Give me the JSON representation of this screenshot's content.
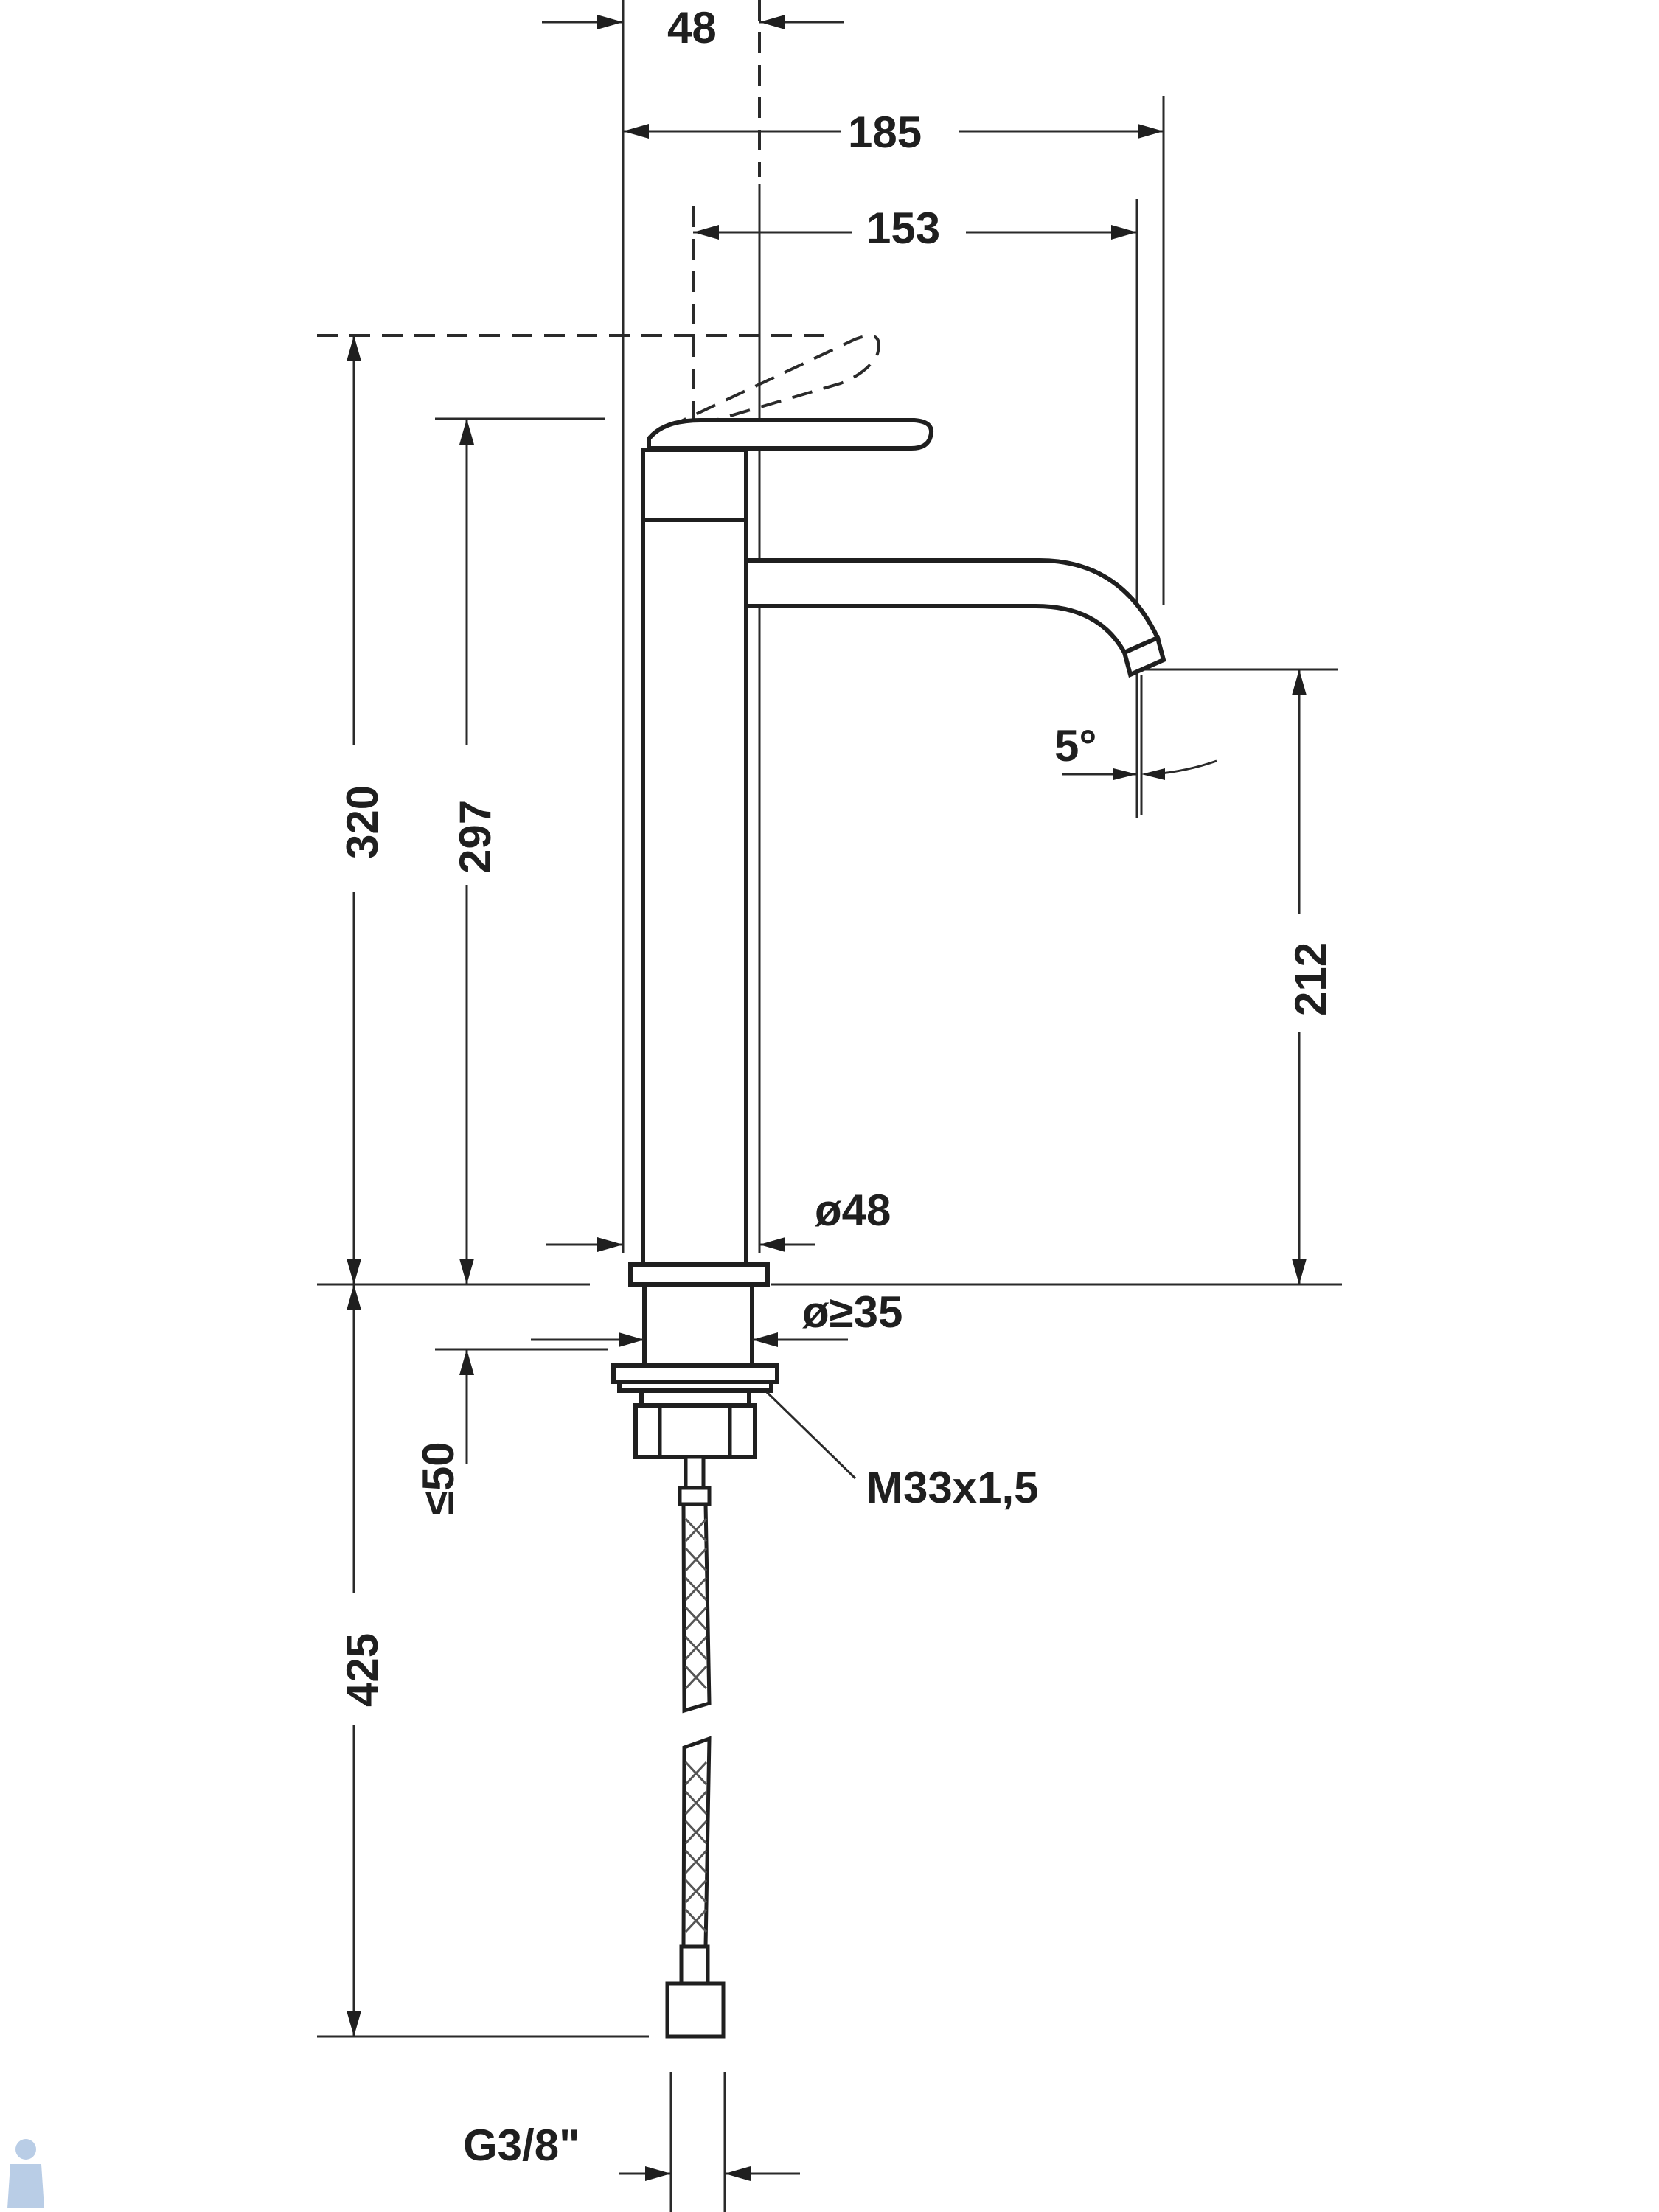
{
  "dimensions": {
    "top_width": "48",
    "total_width": "185",
    "spout_reach": "153",
    "total_height": "320",
    "lever_height": "297",
    "outlet_height": "212",
    "spout_angle": "5°",
    "body_diameter": "ø48",
    "hole_diameter": "ø≥35",
    "max_counter_thickness": "≤50",
    "thread": "M33x1,5",
    "hose_length": "425",
    "hose_connection": "G3/8\""
  },
  "colors": {
    "line": "#1f1f1f",
    "background": "#ffffff"
  }
}
